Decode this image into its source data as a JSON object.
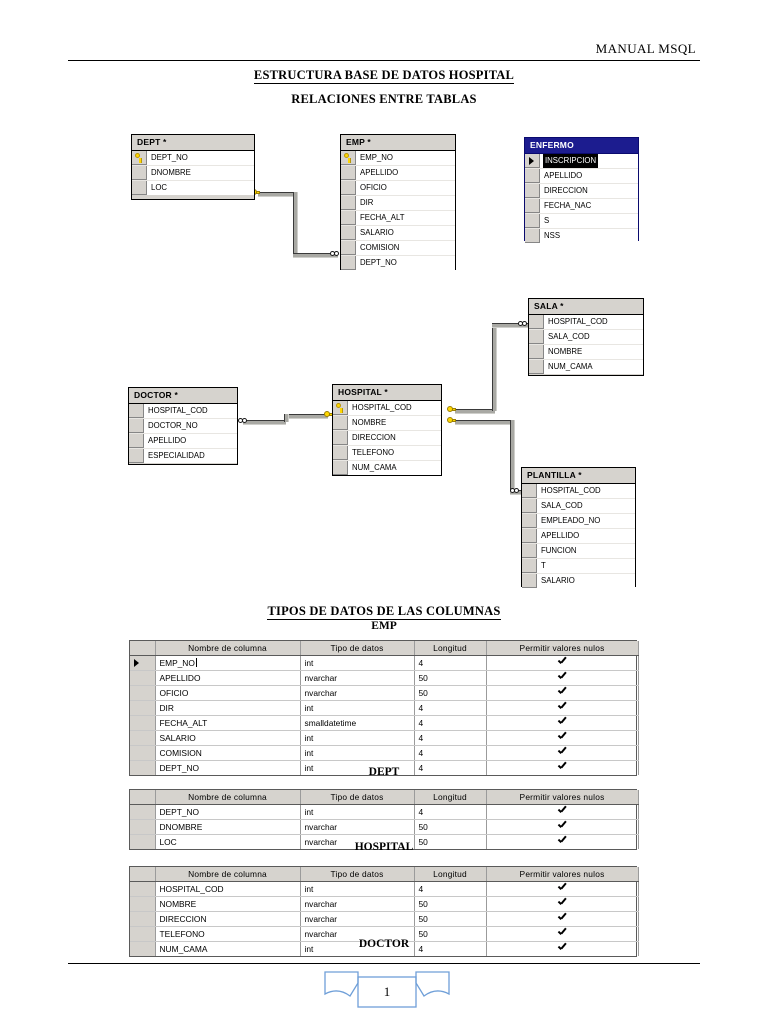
{
  "header": {
    "running_title": "MANUAL MSQL"
  },
  "titles": {
    "main": "ESTRUCTURA BASE DE DATOS HOSPITAL",
    "section_relations": "RELACIONES ENTRE TABLAS",
    "section_types": "TIPOS DE DATOS DE LAS COLUMNAS"
  },
  "diagram": {
    "tables": [
      {
        "name": "DEPT *",
        "title": "DEPT",
        "state": "normal",
        "fields": [
          {
            "name": "DEPT_NO",
            "key": true
          },
          {
            "name": "DNOMBRE",
            "key": false
          },
          {
            "name": "LOC",
            "key": false
          }
        ]
      },
      {
        "name": "EMP *",
        "title": "EMP",
        "state": "normal",
        "fields": [
          {
            "name": "EMP_NO",
            "key": true
          },
          {
            "name": "APELLIDO",
            "key": false
          },
          {
            "name": "OFICIO",
            "key": false
          },
          {
            "name": "DIR",
            "key": false
          },
          {
            "name": "FECHA_ALT",
            "key": false
          },
          {
            "name": "SALARIO",
            "key": false
          },
          {
            "name": "COMISION",
            "key": false
          },
          {
            "name": "DEPT_NO",
            "key": false
          }
        ]
      },
      {
        "name": "ENFERMO",
        "title": "ENFERMO",
        "state": "selected",
        "fields": [
          {
            "name": "INSCRIPCION",
            "key": false,
            "selected": true,
            "current": true
          },
          {
            "name": "APELLIDO",
            "key": false
          },
          {
            "name": "DIRECCION",
            "key": false
          },
          {
            "name": "FECHA_NAC",
            "key": false
          },
          {
            "name": "S",
            "key": false
          },
          {
            "name": "NSS",
            "key": false
          }
        ]
      },
      {
        "name": "SALA *",
        "title": "SALA",
        "state": "normal",
        "fields": [
          {
            "name": "HOSPITAL_COD",
            "key": false
          },
          {
            "name": "SALA_COD",
            "key": false
          },
          {
            "name": "NOMBRE",
            "key": false
          },
          {
            "name": "NUM_CAMA",
            "key": false
          }
        ]
      },
      {
        "name": "DOCTOR *",
        "title": "DOCTOR",
        "state": "normal",
        "fields": [
          {
            "name": "HOSPITAL_COD",
            "key": false
          },
          {
            "name": "DOCTOR_NO",
            "key": false
          },
          {
            "name": "APELLIDO",
            "key": false
          },
          {
            "name": "ESPECIALIDAD",
            "key": false
          }
        ]
      },
      {
        "name": "HOSPITAL *",
        "title": "HOSPITAL",
        "state": "normal",
        "fields": [
          {
            "name": "HOSPITAL_COD",
            "key": true
          },
          {
            "name": "NOMBRE",
            "key": false
          },
          {
            "name": "DIRECCION",
            "key": false
          },
          {
            "name": "TELEFONO",
            "key": false
          },
          {
            "name": "NUM_CAMA",
            "key": false
          }
        ]
      },
      {
        "name": "PLANTILLA *",
        "title": "PLANTILLA",
        "state": "normal",
        "fields": [
          {
            "name": "HOSPITAL_COD",
            "key": false
          },
          {
            "name": "SALA_COD",
            "key": false
          },
          {
            "name": "EMPLEADO_NO",
            "key": false
          },
          {
            "name": "APELLIDO",
            "key": false
          },
          {
            "name": "FUNCION",
            "key": false
          },
          {
            "name": "T",
            "key": false
          },
          {
            "name": "SALARIO",
            "key": false
          }
        ]
      }
    ],
    "relationships": [
      {
        "from": "DEPT",
        "to": "EMP",
        "from_end": "key",
        "to_end": "many"
      },
      {
        "from": "HOSPITAL",
        "to": "SALA",
        "from_end": "key",
        "to_end": "many"
      },
      {
        "from": "HOSPITAL",
        "to": "PLANTILLA",
        "from_end": "key",
        "to_end": "many"
      },
      {
        "from": "HOSPITAL",
        "to": "DOCTOR",
        "from_end": "key",
        "to_end": "many"
      }
    ]
  },
  "grids": {
    "columns": [
      "Nombre de columna",
      "Tipo de datos",
      "Longitud",
      "Permitir valores nulos"
    ],
    "check_glyph": "check-mark",
    "tables": [
      {
        "caption": "EMP",
        "rows": [
          {
            "name": "EMP_NO",
            "type": "int",
            "length": "4",
            "nullable": true,
            "current": true
          },
          {
            "name": "APELLIDO",
            "type": "nvarchar",
            "length": "50",
            "nullable": true
          },
          {
            "name": "OFICIO",
            "type": "nvarchar",
            "length": "50",
            "nullable": true
          },
          {
            "name": "DIR",
            "type": "int",
            "length": "4",
            "nullable": true
          },
          {
            "name": "FECHA_ALT",
            "type": "smalldatetime",
            "length": "4",
            "nullable": true
          },
          {
            "name": "SALARIO",
            "type": "int",
            "length": "4",
            "nullable": true
          },
          {
            "name": "COMISION",
            "type": "int",
            "length": "4",
            "nullable": true
          },
          {
            "name": "DEPT_NO",
            "type": "int",
            "length": "4",
            "nullable": true
          }
        ]
      },
      {
        "caption": "DEPT",
        "rows": [
          {
            "name": "DEPT_NO",
            "type": "int",
            "length": "4",
            "nullable": true
          },
          {
            "name": "DNOMBRE",
            "type": "nvarchar",
            "length": "50",
            "nullable": true
          },
          {
            "name": "LOC",
            "type": "nvarchar",
            "length": "50",
            "nullable": true
          }
        ]
      },
      {
        "caption": "HOSPITAL",
        "rows": [
          {
            "name": "HOSPITAL_COD",
            "type": "int",
            "length": "4",
            "nullable": true
          },
          {
            "name": "NOMBRE",
            "type": "nvarchar",
            "length": "50",
            "nullable": true
          },
          {
            "name": "DIRECCION",
            "type": "nvarchar",
            "length": "50",
            "nullable": true
          },
          {
            "name": "TELEFONO",
            "type": "nvarchar",
            "length": "50",
            "nullable": true
          },
          {
            "name": "NUM_CAMA",
            "type": "int",
            "length": "4",
            "nullable": true
          }
        ]
      }
    ],
    "trailing_caption": "DOCTOR"
  },
  "footer": {
    "page_number": "1"
  }
}
